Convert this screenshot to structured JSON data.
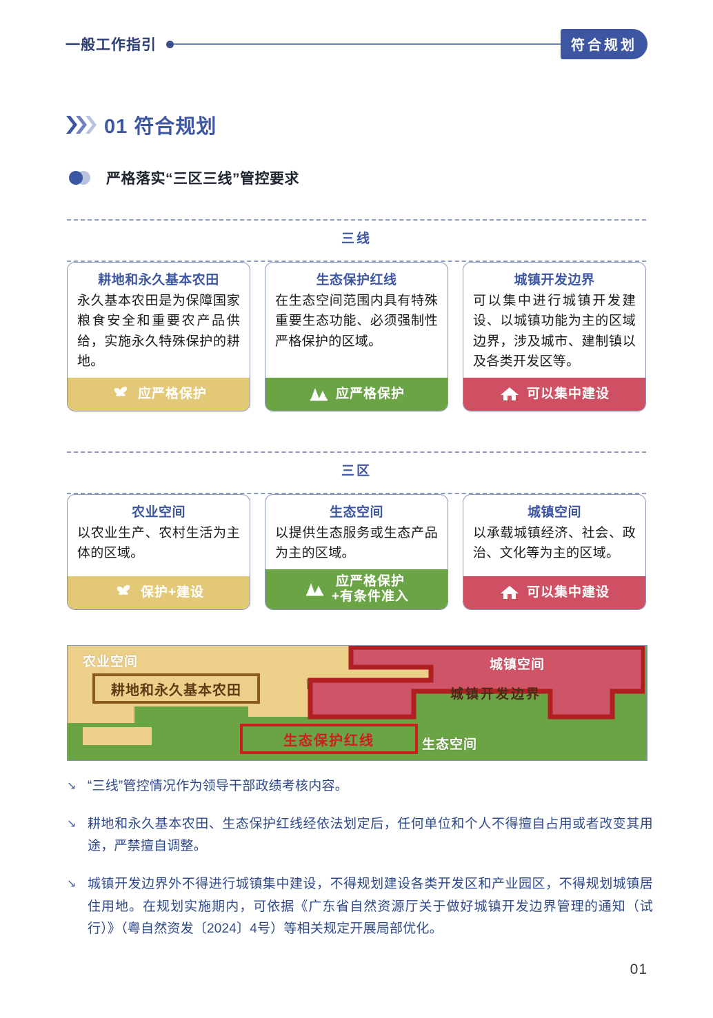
{
  "header": {
    "left_title": "一般工作指引",
    "badge": "符合规划"
  },
  "section": {
    "number_title": "01 符合规划",
    "subtitle": "严格落实“三区三线”管控要求"
  },
  "groups": [
    {
      "label": "三线",
      "cards": [
        {
          "title": "耕地和永久基本农田",
          "text": "永久基本农田是为保障国家粮食安全和重要农产品供给，实施永久特殊保护的耕地。",
          "footer_label": "应严格保护",
          "footer_color": "#e3c878",
          "footer_icon": "leaf-icon"
        },
        {
          "title": "生态保护红线",
          "text": "在生态空间范围内具有特殊重要生态功能、必须强制性严格保护的区域。",
          "footer_label": "应严格保护",
          "footer_color": "#6ba444",
          "footer_icon": "mountain-tree-icon"
        },
        {
          "title": "城镇开发边界",
          "text": "可以集中进行城镇开发建设、以城镇功能为主的区域边界，涉及城市、建制镇以及各类开发区等。",
          "footer_label": "可以集中建设",
          "footer_color": "#cf4f63",
          "footer_icon": "house-icon"
        }
      ]
    },
    {
      "label": "三区",
      "cards": [
        {
          "title": "农业空间",
          "text": "以农业生产、农村生活为主体的区域。",
          "footer_label": "保护+建设",
          "footer_color": "#e3c878",
          "footer_icon": "leaf-icon"
        },
        {
          "title": "生态空间",
          "text": "以提供生态服务或生态产品为主的区域。",
          "footer_label": "应严格保护\n+有条件准入",
          "footer_line1": "应严格保护",
          "footer_line2": "+有条件准入",
          "footer_color": "#6ba444",
          "footer_icon": "mountain-tree-icon"
        },
        {
          "title": "城镇空间",
          "text": "以承载城镇经济、社会、政治、文化等为主的区域。",
          "footer_label": "可以集中建设",
          "footer_color": "#cf4f63",
          "footer_icon": "house-icon"
        }
      ]
    }
  ],
  "diagram": {
    "labels": {
      "agriculture_space": "农业空间",
      "urban_space": "城镇空间",
      "ecological_space": "生态空间",
      "urban_boundary": "城镇开发边界",
      "farmland_box": "耕地和永久基本农田",
      "ecological_redline_box": "生态保护红线"
    },
    "colors": {
      "agriculture": "#ecd08a",
      "ecology": "#6ba444",
      "urban": "#cf5468",
      "urban_border": "#b01f22",
      "farmland_border": "#8a5a1e",
      "redline_border": "#cc2020"
    }
  },
  "notes": [
    "“三线”管控情况作为领导干部政绩考核内容。",
    "耕地和永久基本农田、生态保护红线经依法划定后，任何单位和个人不得擅自占用或者改变其用途，严禁擅自调整。",
    "城镇开发边界外不得进行城镇集中建设，不得规划建设各类开发区和产业园区，不得规划城镇居住用地。在规划实施期内，可依据《广东省自然资源厅关于做好城镇开发边界管理的通知（试行）》（粤自然资发〔2024〕4号）等相关规定开展局部优化。"
  ],
  "page_number": "01"
}
